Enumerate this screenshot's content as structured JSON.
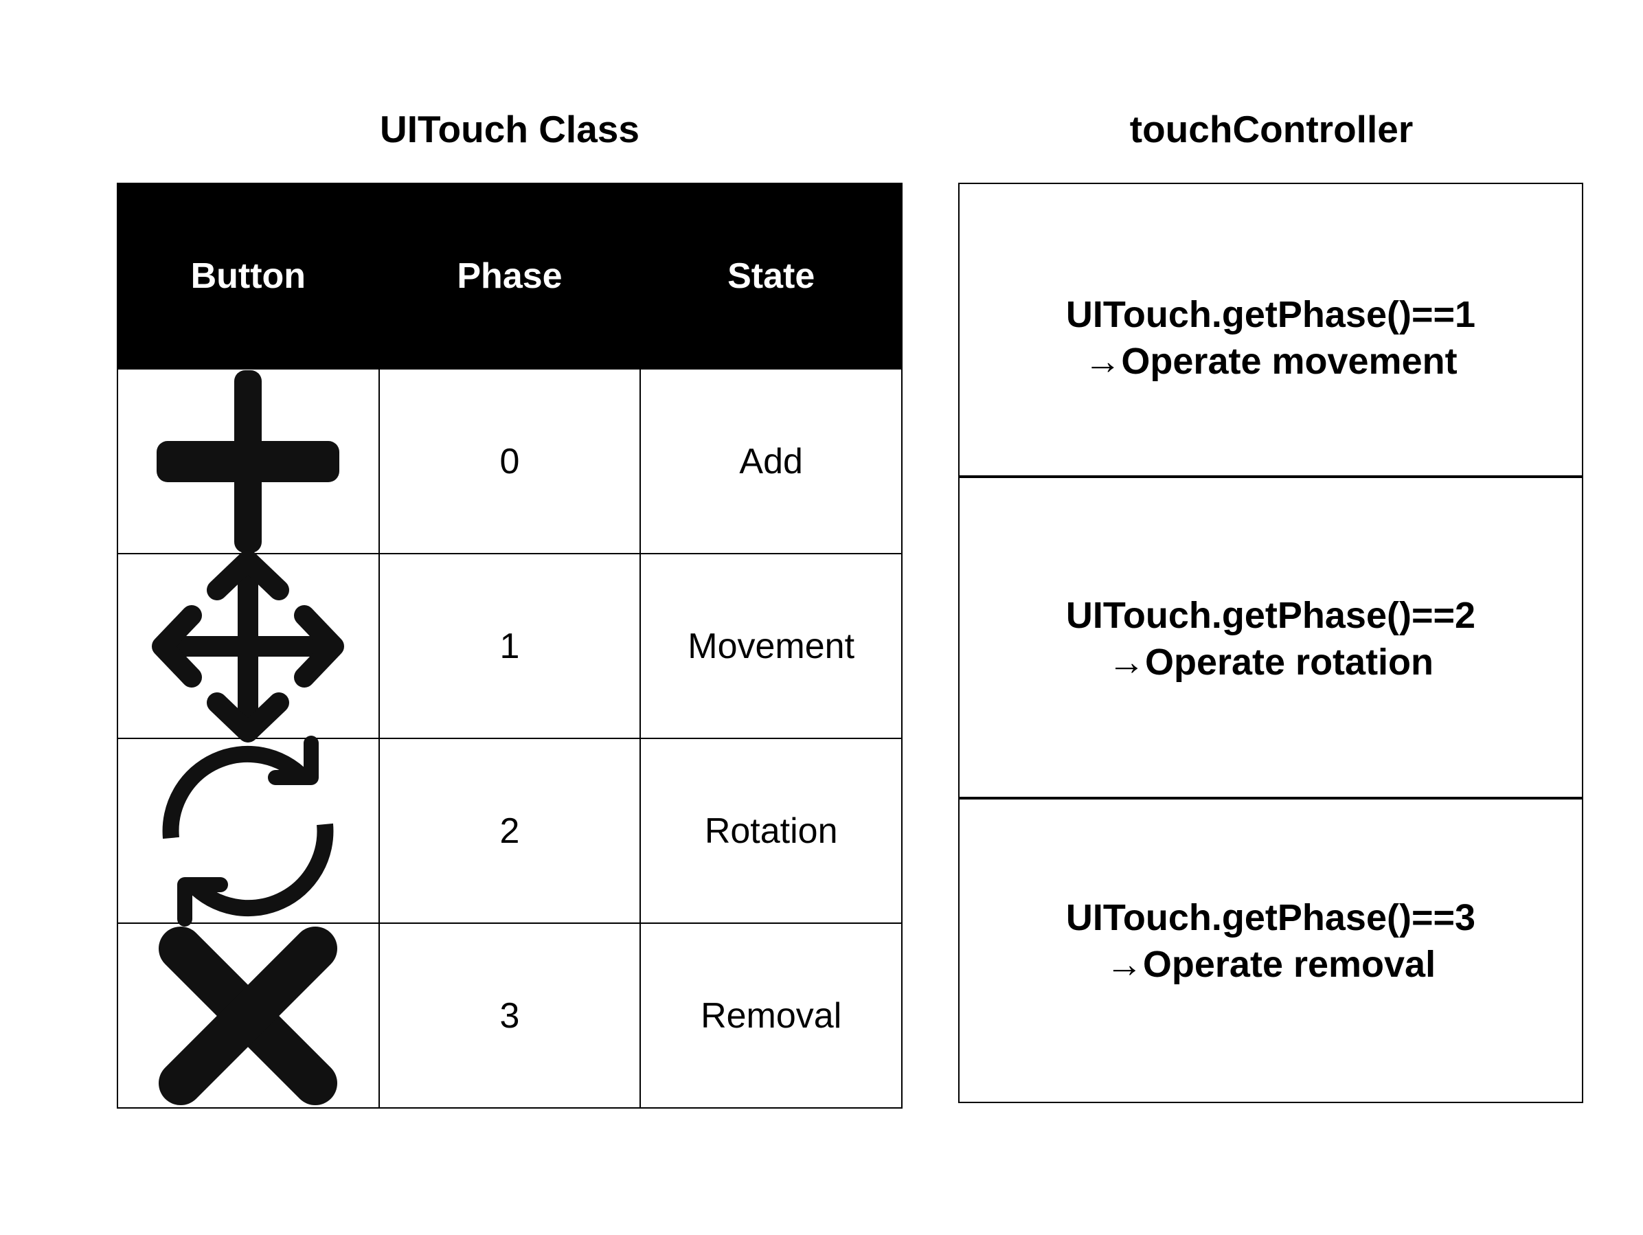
{
  "titles": {
    "left": "UITouch Class",
    "right": "touchController"
  },
  "table": {
    "headers": [
      "Button",
      "Phase",
      "State"
    ],
    "rows": [
      {
        "icon": "plus-icon",
        "phase": "0",
        "state": "Add"
      },
      {
        "icon": "move-arrows-icon",
        "phase": "1",
        "state": "Movement"
      },
      {
        "icon": "rotate-icon",
        "phase": "2",
        "state": "Rotation"
      },
      {
        "icon": "close-x-icon",
        "phase": "3",
        "state": "Removal"
      }
    ]
  },
  "controller": [
    {
      "condition": "UITouch.getPhase()==1",
      "action": "→Operate movement"
    },
    {
      "condition": "UITouch.getPhase()==2",
      "action": "→Operate rotation"
    },
    {
      "condition": "UITouch.getPhase()==3",
      "action": "→Operate removal"
    }
  ],
  "colors": {
    "header_bg": "#000000",
    "header_text": "#ffffff",
    "icon": "#111111"
  }
}
